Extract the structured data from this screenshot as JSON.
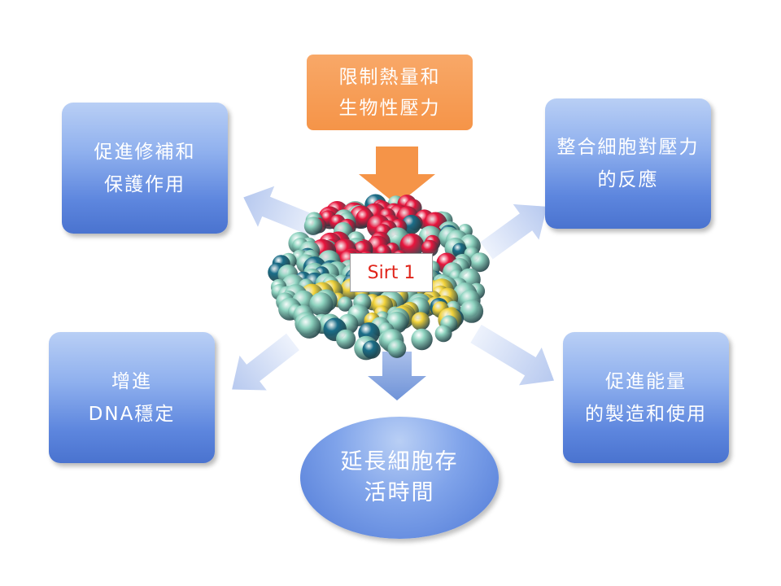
{
  "top_box": {
    "line1": "限制熱量和",
    "line2": "生物性壓力"
  },
  "center": {
    "label": "Sirt 1"
  },
  "boxes": {
    "top_left": {
      "line1": "促進修補和",
      "line2": "保護作用"
    },
    "top_right": {
      "line1": "整合細胞對壓力",
      "line2": "的反應"
    },
    "bottom_left": {
      "line1": "增進",
      "line2": "DNA穩定"
    },
    "bottom_right": {
      "line1": "促進能量",
      "line2": "的製造和使用"
    }
  },
  "outcome": {
    "line1": "延長細胞存",
    "line2": "活時間"
  },
  "colors": {
    "box_blue": "#5d86de",
    "top_orange": "#f59448",
    "center_text_red": "#e0241a",
    "protein_red": "#e8143c",
    "protein_yellow": "#f2d33a",
    "protein_teal": "#1a6d88",
    "protein_mint": "#8fd4c0"
  }
}
